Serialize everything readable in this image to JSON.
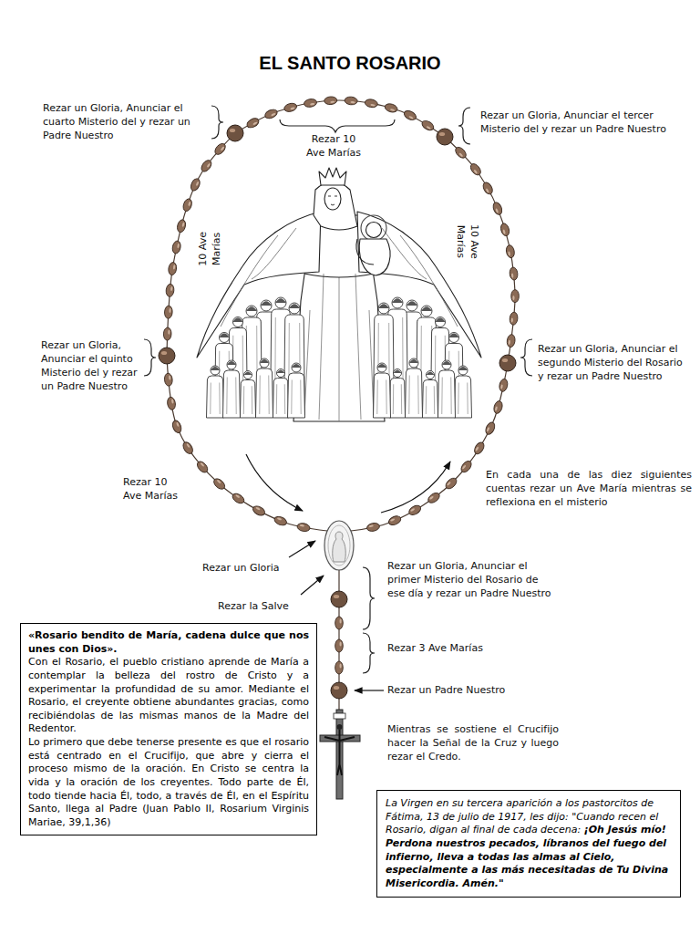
{
  "diagram": {
    "title": "EL SANTO ROSARIO",
    "nodes": [
      {
        "text": [
          "«Rosario bendito de María, cadena dulce que nos unes con Dios».",
          "Con el Rosario, el pueblo cristiano aprende de María a contemplar la belleza del rostro de Cristo y a experimentar la profundidad de su amor. Mediante el Rosario, el creyente obtiene abundantes gracias, como recibiéndolas de las mismas manos de la Madre del Redentor.",
          "Lo primero que debe tenerse presente es que el rosario está centrado en el Crucifijo, que abre y cierra el proceso mismo de la oración. En Cristo se centra la vida y la oración de los creyentes. Todo parte de Él, todo tiende hacia Él, todo, a través de Él, en el Espíritu Santo, llega al Padre (Juan Pablo II, Rosarium Virginis Mariae, 39,1,36)"
        ]
      },
      {
        "text": [
          "La Virgen en su tercera aparición a los pastorcitos de Fátima, 13 de julio de 1917, les dijo: \"Cuando recen el Rosario, digan al final de cada decena:",
          "¡Oh Jesús mío! Perdona nuestros pecados, líbranos del fuego del infierno, lleva a todas las almas al Cielo, especialmente a las más necesitadas de Tu Divina Misericordia. Amén.\""
        ]
      }
    ],
    "labels": [
      "Rezar un Gloria, Anunciar el cuarto Misterio del y rezar un Padre Nuestro",
      "Rezar 10 Ave Marías",
      "Rezar un Gloria, Anunciar el tercer Misterio del y rezar un Padre Nuestro",
      "10 Ave Marías",
      "10 Ave Marías",
      "Rezar un Gloria, Anunciar el quinto Misterio del y rezar un Padre Nuestro",
      "Rezar un Gloria, Anunciar el segundo Misterio del Rosario y rezar un Padre Nuestro",
      "Rezar 10 Ave Marías",
      "En cada una de las diez siguientes cuentas rezar un Ave María mientras se reflexiona en el misterio",
      "Rezar un Gloria",
      "Rezar la Salve",
      "Rezar un Gloria, Anunciar el primer Misterio del Rosario de ese día y rezar un Padre Nuestro",
      "Rezar 3 Ave Marías",
      "Rezar un Padre Nuestro",
      "Mientras se sostiene el Crucifijo hacer la Señal de la Cruz y luego rezar el Credo."
    ]
  }
}
